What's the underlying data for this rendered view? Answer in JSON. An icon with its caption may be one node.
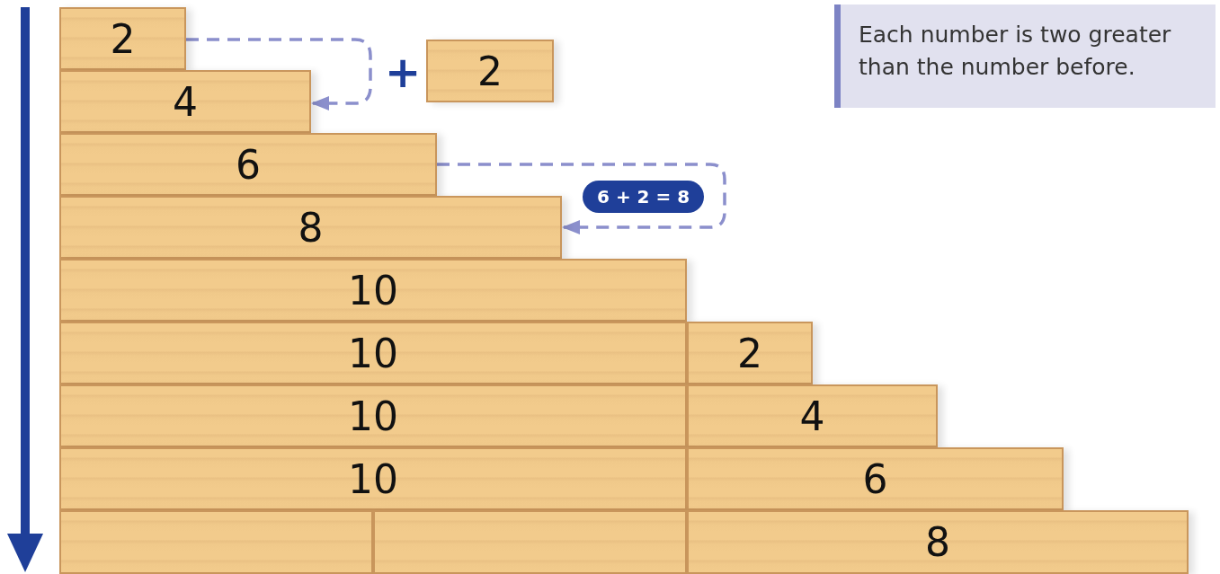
{
  "diagram": {
    "nodes": [
      {
        "text": [
          "2"
        ]
      },
      {
        "text": [
          "2"
        ]
      },
      {
        "text": [
          "Each number is two greater than the number before."
        ]
      },
      {
        "text": [
          "4"
        ]
      },
      {
        "text": [
          "6"
        ]
      },
      {
        "text": [
          "8"
        ]
      },
      {
        "text": [
          "10"
        ]
      },
      {
        "text": [
          "10"
        ]
      },
      {
        "text": [
          "2"
        ]
      },
      {
        "text": [
          "10"
        ]
      },
      {
        "text": [
          "4"
        ]
      },
      {
        "text": [
          "10"
        ]
      },
      {
        "text": [
          "6"
        ]
      },
      {
        "text": [],
        "shape": "bar"
      },
      {
        "text": [],
        "shape": "bar"
      },
      {
        "text": [
          "8"
        ]
      }
    ],
    "edges": [
      {
        "from": 0,
        "to": 3,
        "arrow": "to",
        "style": "dashed"
      },
      {
        "from": 4,
        "to": 5,
        "arrow": "to",
        "style": "dashed",
        "label": "6 + 2 = 8"
      }
    ],
    "labels": [
      "+"
    ]
  }
}
